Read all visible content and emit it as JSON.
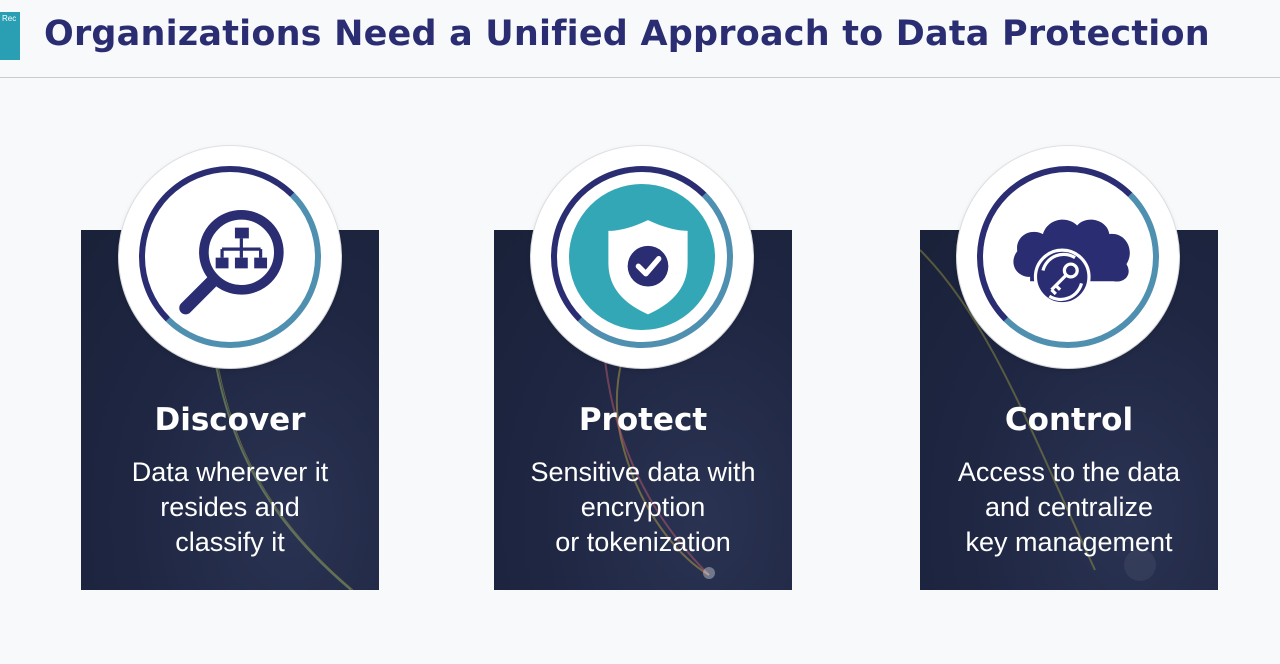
{
  "header": {
    "title": "Organizations Need a Unified Approach to Data Protection",
    "corner_text": "Rec",
    "accent_color": "#2a9fb4",
    "title_color": "#2a2d72"
  },
  "cards": [
    {
      "heading": "Discover",
      "desc_lines": [
        "Data wherever it",
        "resides and",
        "classify it"
      ],
      "icon": "search-network-icon"
    },
    {
      "heading": "Protect",
      "desc_lines": [
        "Sensitive data with",
        "encryption",
        "or tokenization"
      ],
      "icon": "shield-check-icon"
    },
    {
      "heading": "Control",
      "desc_lines": [
        "Access to the data",
        "and centralize",
        "key management"
      ],
      "icon": "cloud-key-icon"
    }
  ],
  "colors": {
    "card_bg": "#1e2642",
    "ring": "#2a2d72",
    "teal": "#34a7b6"
  }
}
